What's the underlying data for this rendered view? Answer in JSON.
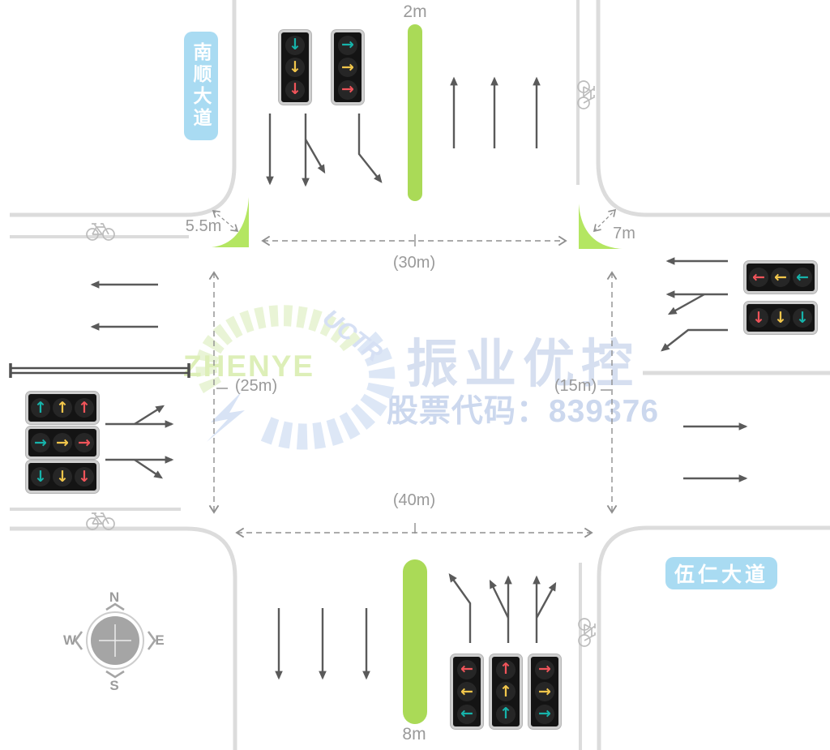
{
  "roads": {
    "north_name": "南顺大道",
    "east_name": "伍仁大道"
  },
  "dimensions": {
    "north_median": "2m",
    "south_median": "8m",
    "nw_radius": "5.5m",
    "ne_radius": "7m",
    "north_leg_width": "(30m)",
    "west_leg_width": "(25m)",
    "east_leg_width": "(15m)",
    "south_leg_width": "(40m)"
  },
  "compass": {
    "n": "N",
    "e": "E",
    "s": "S",
    "w": "W"
  },
  "watermark": {
    "brand": "振业优控",
    "stock": "股票代码：839376",
    "logo_primary": "ZHENYE",
    "logo_secondary": "UCTR"
  },
  "icons": {
    "up_arrow": "↑",
    "down_arrow": "↓",
    "left_arrow": "←",
    "right_arrow": "→"
  },
  "colors": {
    "signal_red": "#f0545a",
    "signal_yellow": "#f2c64b",
    "signal_teal": "#16b3aa",
    "median_green": "#aada57",
    "corner_wedge_green": "#b4e662",
    "road_label_blue": "#a9dbf2",
    "road_line_gray": "#dcdcdc",
    "lane_arrow_gray": "#5a5a5a",
    "dimension_gray": "#9a9a9a",
    "watermark_blue": "#d6dff0"
  },
  "signals": [
    {
      "id": "north-head-1",
      "orientation": "vertical",
      "lenses": [
        "teal-down",
        "yellow-down",
        "red-down"
      ]
    },
    {
      "id": "north-head-2",
      "orientation": "vertical",
      "lenses": [
        "teal-right",
        "yellow-right",
        "red-right"
      ]
    },
    {
      "id": "west-head-1",
      "orientation": "horizontal",
      "lenses": [
        "teal-up",
        "yellow-up",
        "red-up"
      ]
    },
    {
      "id": "west-head-2",
      "orientation": "horizontal",
      "lenses": [
        "teal-right",
        "yellow-right",
        "red-right"
      ]
    },
    {
      "id": "west-head-3",
      "orientation": "horizontal",
      "lenses": [
        "teal-down",
        "yellow-down",
        "red-down"
      ]
    },
    {
      "id": "east-head-1",
      "orientation": "horizontal",
      "lenses": [
        "red-left",
        "yellow-left",
        "teal-left"
      ]
    },
    {
      "id": "east-head-2",
      "orientation": "horizontal",
      "lenses": [
        "red-down",
        "yellow-down",
        "teal-down"
      ]
    },
    {
      "id": "south-head-1",
      "orientation": "vertical",
      "lenses": [
        "red-left",
        "yellow-left",
        "teal-left"
      ]
    },
    {
      "id": "south-head-2",
      "orientation": "vertical",
      "lenses": [
        "red-up",
        "yellow-up",
        "teal-up"
      ]
    },
    {
      "id": "south-head-3",
      "orientation": "vertical",
      "lenses": [
        "red-right",
        "yellow-right",
        "teal-right"
      ]
    }
  ]
}
